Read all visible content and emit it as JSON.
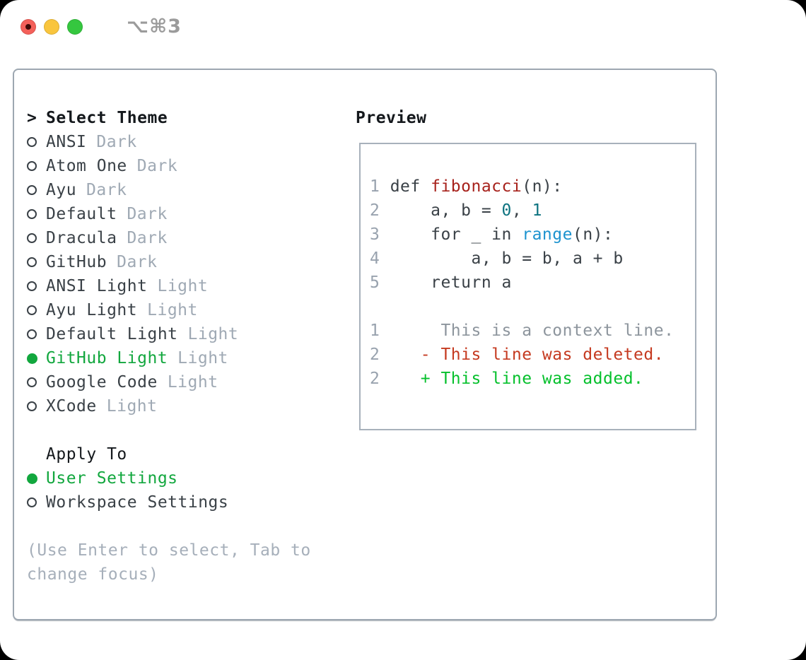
{
  "titlebar": {
    "shortcut": "⌥⌘3",
    "buttons": [
      "close",
      "minimize",
      "zoom"
    ]
  },
  "theme_list": {
    "prompt": ">",
    "header": "Select Theme",
    "items": [
      {
        "name": "ANSI",
        "variant": "Dark",
        "selected": false
      },
      {
        "name": "Atom One",
        "variant": "Dark",
        "selected": false
      },
      {
        "name": "Ayu",
        "variant": "Dark",
        "selected": false
      },
      {
        "name": "Default",
        "variant": "Dark",
        "selected": false
      },
      {
        "name": "Dracula",
        "variant": "Dark",
        "selected": false
      },
      {
        "name": "GitHub",
        "variant": "Dark",
        "selected": false
      },
      {
        "name": "ANSI Light",
        "variant": "Light",
        "selected": false
      },
      {
        "name": "Ayu Light",
        "variant": "Light",
        "selected": false
      },
      {
        "name": "Default Light",
        "variant": "Light",
        "selected": false
      },
      {
        "name": "GitHub Light",
        "variant": "Light",
        "selected": true
      },
      {
        "name": "Google Code",
        "variant": "Light",
        "selected": false
      },
      {
        "name": "XCode",
        "variant": "Light",
        "selected": false
      }
    ]
  },
  "apply_to": {
    "header": "Apply To",
    "items": [
      {
        "name": "User Settings",
        "selected": true
      },
      {
        "name": "Workspace Settings",
        "selected": false
      }
    ]
  },
  "hint": {
    "line1": "(Use Enter to select, Tab to",
    "line2": "change focus)"
  },
  "preview": {
    "title": "Preview",
    "code_lines": [
      [
        {
          "s": "ln",
          "t": "1 "
        },
        {
          "s": "t",
          "t": "def "
        },
        {
          "s": "fn",
          "t": "fibonacci"
        },
        {
          "s": "t",
          "t": "(n):"
        }
      ],
      [
        {
          "s": "ln",
          "t": "2 "
        },
        {
          "s": "t",
          "t": "    a, b = "
        },
        {
          "s": "num",
          "t": "0"
        },
        {
          "s": "t",
          "t": ", "
        },
        {
          "s": "num",
          "t": "1"
        }
      ],
      [
        {
          "s": "ln",
          "t": "3 "
        },
        {
          "s": "t",
          "t": "    for _ in "
        },
        {
          "s": "rng",
          "t": "range"
        },
        {
          "s": "t",
          "t": "(n):"
        }
      ],
      [
        {
          "s": "ln",
          "t": "4 "
        },
        {
          "s": "t",
          "t": "        a, b = b, a + b"
        }
      ],
      [
        {
          "s": "ln",
          "t": "5 "
        },
        {
          "s": "t",
          "t": "    return a"
        }
      ],
      [],
      [
        {
          "s": "ln",
          "t": "1 "
        },
        {
          "s": "ctx",
          "t": "     This is a context line."
        }
      ],
      [
        {
          "s": "ln",
          "t": "2 "
        },
        {
          "s": "del",
          "t": "   - This line was deleted."
        }
      ],
      [
        {
          "s": "ln",
          "t": "2 "
        },
        {
          "s": "add",
          "t": "   + This line was added."
        }
      ]
    ]
  },
  "colors": {
    "accent_green": "#12a73e",
    "text_dark": "#3a4147",
    "muted": "#9fa9b4",
    "hint": "#a6afba",
    "lineno": "#98a2ae",
    "func_red": "#a7221c",
    "num_teal": "#0d7380",
    "range_blue": "#1d93cf",
    "ctx_gray": "#8d959d",
    "del_red": "#c53a20",
    "add_green": "#05c02c",
    "traffic_red": "#f4605a",
    "traffic_yellow": "#f9c53d",
    "traffic_green": "#35c73f"
  }
}
